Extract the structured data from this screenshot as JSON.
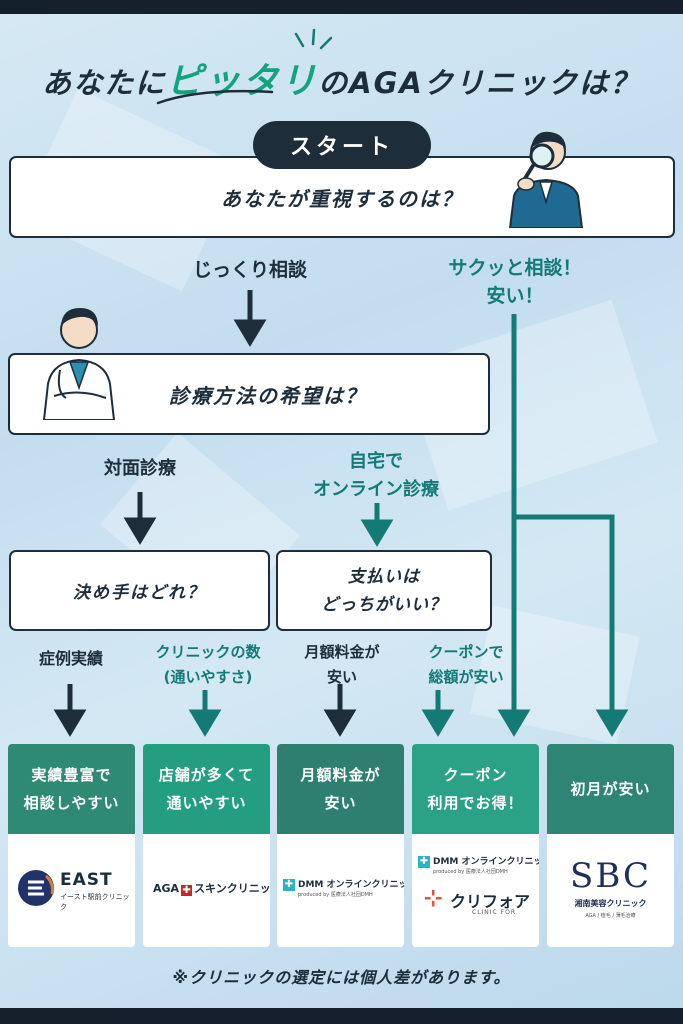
{
  "title": {
    "prefix": "あなたに",
    "highlight": "ピッタリ",
    "suffix": "のAGAクリニックは？"
  },
  "start": {
    "pill": "スタート",
    "question": "あなたが重視するのは？"
  },
  "branch_right": {
    "line1": "サクッと相談！",
    "line2": "安い！"
  },
  "branch_left": "じっくり相談",
  "q2": "診療方法の希望は？",
  "q2_left": "対面診療",
  "q2_right": {
    "line1": "自宅で",
    "line2": "オンライン診療"
  },
  "q3_left": "決め手はどれ？",
  "q3_right": {
    "line1": "支払いは",
    "line2": "どっちがいい？"
  },
  "opt1": "症例実績",
  "opt2": {
    "line1": "クリニックの数",
    "line2": "(通いやすさ)"
  },
  "opt3": {
    "line1": "月額料金が",
    "line2": "安い"
  },
  "opt4": {
    "line1": "クーポンで",
    "line2": "総額が安い"
  },
  "cards": [
    {
      "header": "実績豊富で\n相談しやすい",
      "color": "#2e8a72",
      "logo_main": "EAST",
      "logo_sub": "イースト駅前クリニック"
    },
    {
      "header": "店舗が多くて\n通いやすい",
      "color": "#239e80",
      "logo_main_a": "AGA",
      "logo_main_b": "スキンクリニック"
    },
    {
      "header": "月額料金が\n安い",
      "color": "#2e7f70",
      "logo_main": "DMM オンラインクリニック",
      "logo_sub": "produced by 医療法人社団DMH"
    },
    {
      "header": "クーポン\n利用でお得！",
      "color": "#2ba285",
      "logo_main": "DMM オンラインクリニック",
      "logo_sub": "produced by 医療法人社団DMH",
      "logo2_main": "クリフォア",
      "logo2_sub": "CLINIC FOR"
    },
    {
      "header": "初月が安い",
      "color": "#2e8574",
      "logo_main": "SBC",
      "logo_sub": "湘南美容クリニック",
      "logo_sub2": "AGA / 植毛 / 薄毛治療"
    }
  ],
  "note": "※クリニックの選定には個人差があります。",
  "colors": {
    "navy": "#1e2d3a",
    "teal": "#137a75",
    "green": "#14a37f"
  }
}
